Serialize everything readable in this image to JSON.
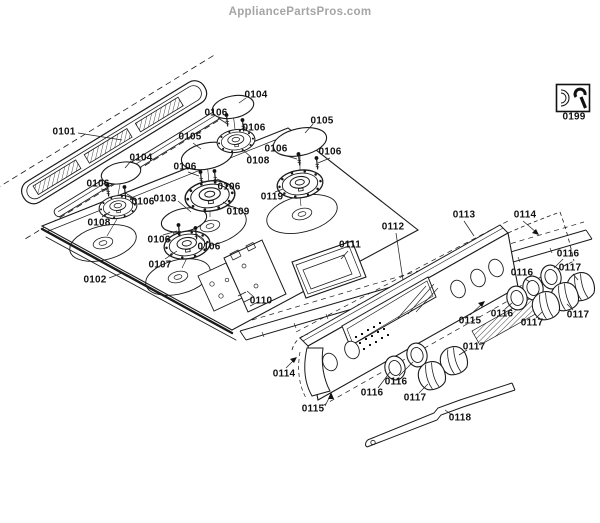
{
  "header": {
    "site_name": "AppliancePartsPros.com"
  },
  "diagram": {
    "type": "exploded-parts-diagram",
    "parts": {
      "0101": "0101",
      "0102": "0102",
      "0103": "0103",
      "0104": "0104",
      "0105": "0105",
      "0106": "0106",
      "0107": "0107",
      "0108": "0108",
      "0109": "0109",
      "0110": "0110",
      "0111": "0111",
      "0112": "0112",
      "0113": "0113",
      "0114": "0114",
      "0115": "0115",
      "0116": "0116",
      "0117": "0117",
      "0118": "0118",
      "0119": "0119",
      "0199": "0199"
    },
    "icons": {
      "box_0199": "wrench-icon"
    }
  },
  "colors": {
    "background": "#ffffff",
    "line": "#1a1a1a",
    "label_text": "#111111",
    "title_text": "#a5a5a5"
  }
}
